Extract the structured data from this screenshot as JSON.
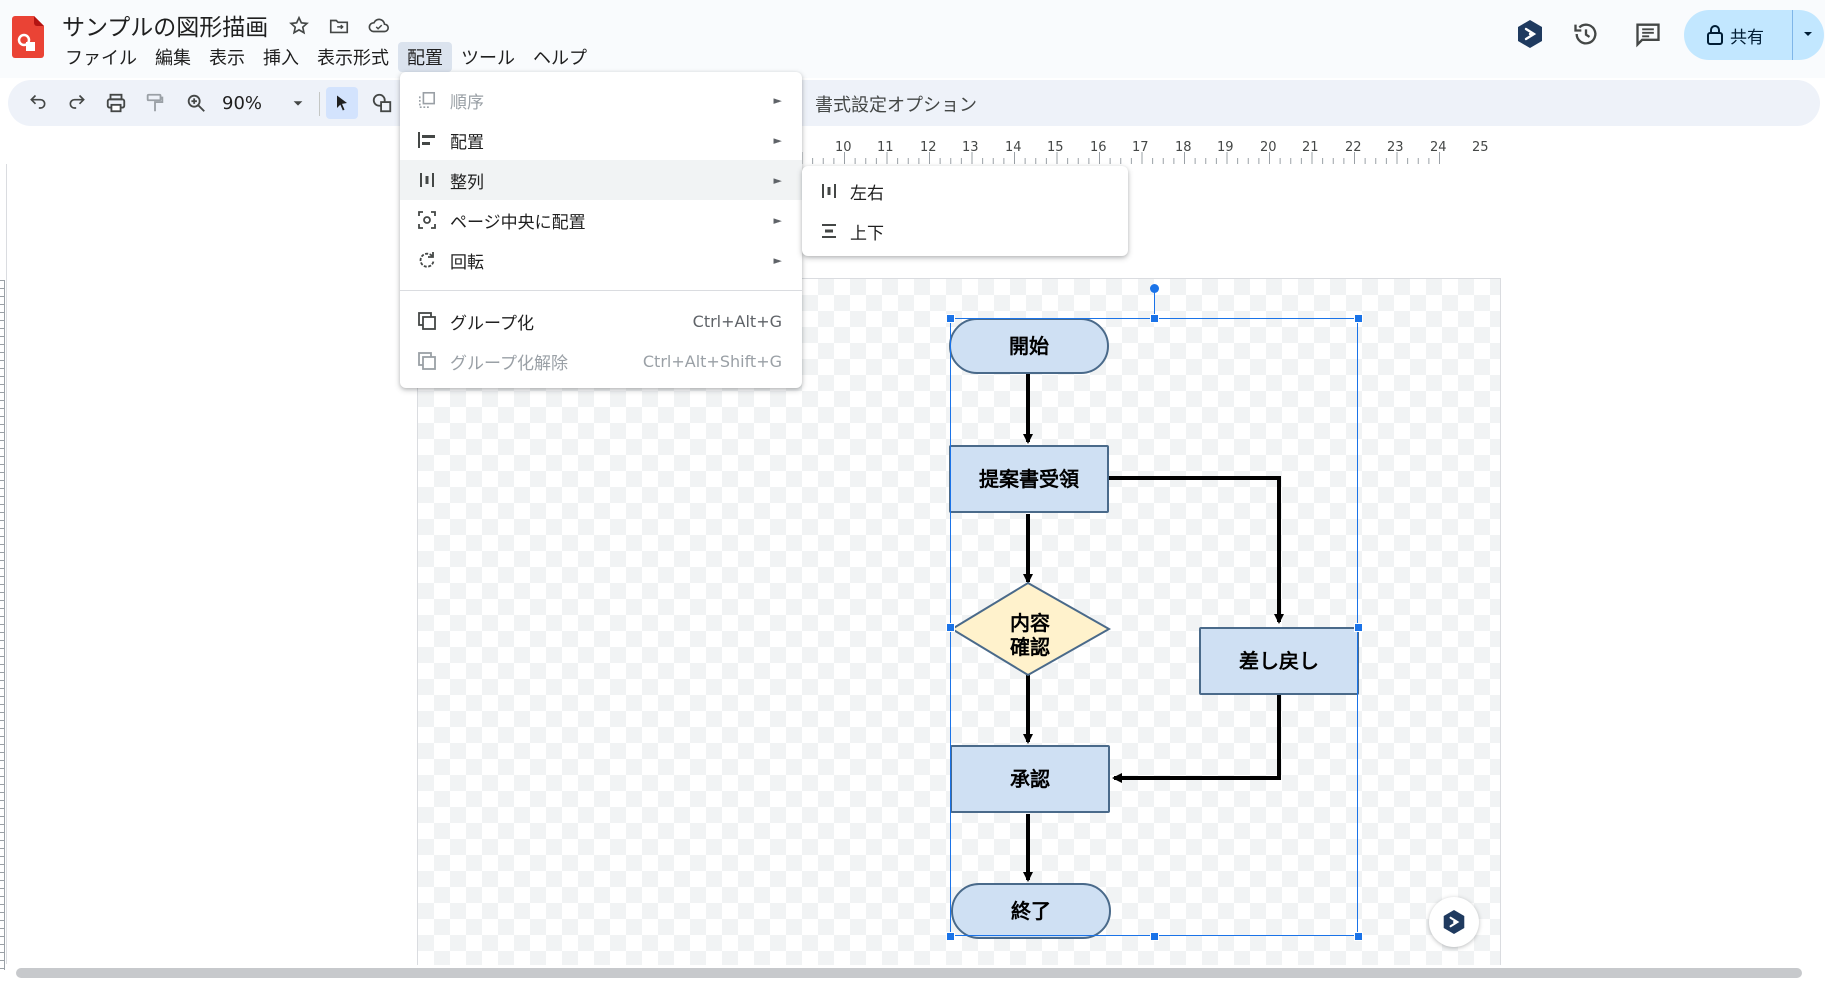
{
  "app": {
    "title": "サンプルの図形描画"
  },
  "menubar": [
    "ファイル",
    "編集",
    "表示",
    "挿入",
    "表示形式",
    "配置",
    "ツール",
    "ヘルプ"
  ],
  "header": {
    "share_label": "共有"
  },
  "toolbar": {
    "zoom": "90%",
    "format_options": "書式設定オプション"
  },
  "ruler": {
    "ticks": [
      "10",
      "11",
      "12",
      "13",
      "14",
      "15",
      "16",
      "17",
      "18",
      "19",
      "20",
      "21",
      "22",
      "23",
      "24",
      "25"
    ]
  },
  "arrange_menu": {
    "items": [
      {
        "label": "順序",
        "icon": "order-icon",
        "submenu": true,
        "disabled": true
      },
      {
        "label": "配置",
        "icon": "align-left-icon",
        "submenu": true,
        "disabled": false
      },
      {
        "label": "整列",
        "icon": "distribute-icon",
        "submenu": true,
        "disabled": false,
        "highlighted": true
      },
      {
        "label": "ページ中央に配置",
        "icon": "center-on-page-icon",
        "submenu": true,
        "disabled": false
      },
      {
        "label": "回転",
        "icon": "rotate-icon",
        "submenu": true,
        "disabled": false
      },
      {
        "label": "グループ化",
        "icon": "group-icon",
        "shortcut": "Ctrl+Alt+G",
        "disabled": false
      },
      {
        "label": "グループ化解除",
        "icon": "ungroup-icon",
        "shortcut": "Ctrl+Alt+Shift+G",
        "disabled": true
      }
    ]
  },
  "distribute_submenu": {
    "items": [
      {
        "label": "左右",
        "icon": "distribute-horizontal-icon"
      },
      {
        "label": "上下",
        "icon": "distribute-vertical-icon"
      }
    ]
  },
  "flowchart": {
    "start": "開始",
    "receive": "提案書受領",
    "decision_line1": "内容",
    "decision_line2": "確認",
    "return": "差し戻し",
    "approve": "承認",
    "end": "終了"
  },
  "colors": {
    "node_fill": "#cfe0f3",
    "decision_fill": "#fff2cc",
    "selection": "#1a73e8",
    "share_button": "#c2e7ff",
    "app_icon": "#ea4335"
  }
}
